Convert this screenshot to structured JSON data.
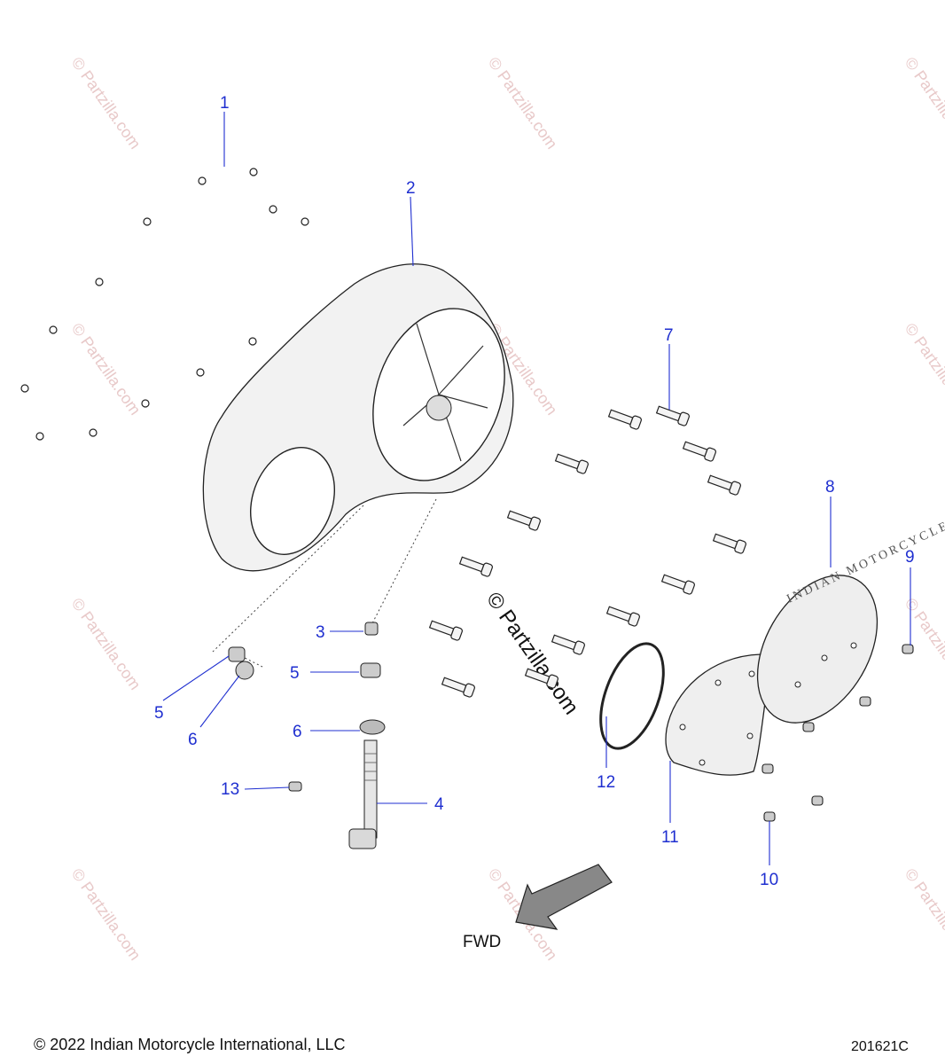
{
  "callouts": [
    {
      "label": "1"
    },
    {
      "label": "2"
    },
    {
      "label": "3"
    },
    {
      "label": "4"
    },
    {
      "label": "5"
    },
    {
      "label": "5"
    },
    {
      "label": "6"
    },
    {
      "label": "6"
    },
    {
      "label": "7"
    },
    {
      "label": "8"
    },
    {
      "label": "9"
    },
    {
      "label": "10"
    },
    {
      "label": "11"
    },
    {
      "label": "12"
    },
    {
      "label": "13"
    }
  ],
  "watermark": {
    "repeat_text": "© Partzilla.com",
    "center_text": "© Partzilla.com",
    "color": "#e8c9c9"
  },
  "direction_label": "FWD",
  "copyright": "© 2022 Indian Motorcycle International, LLC",
  "drawing_number": "201621C",
  "emblem_text": "INDIAN MOTORCYCLE",
  "colors": {
    "callout": "#1f2fd0",
    "arrow_fill": "#888888",
    "outline": "#222222"
  }
}
